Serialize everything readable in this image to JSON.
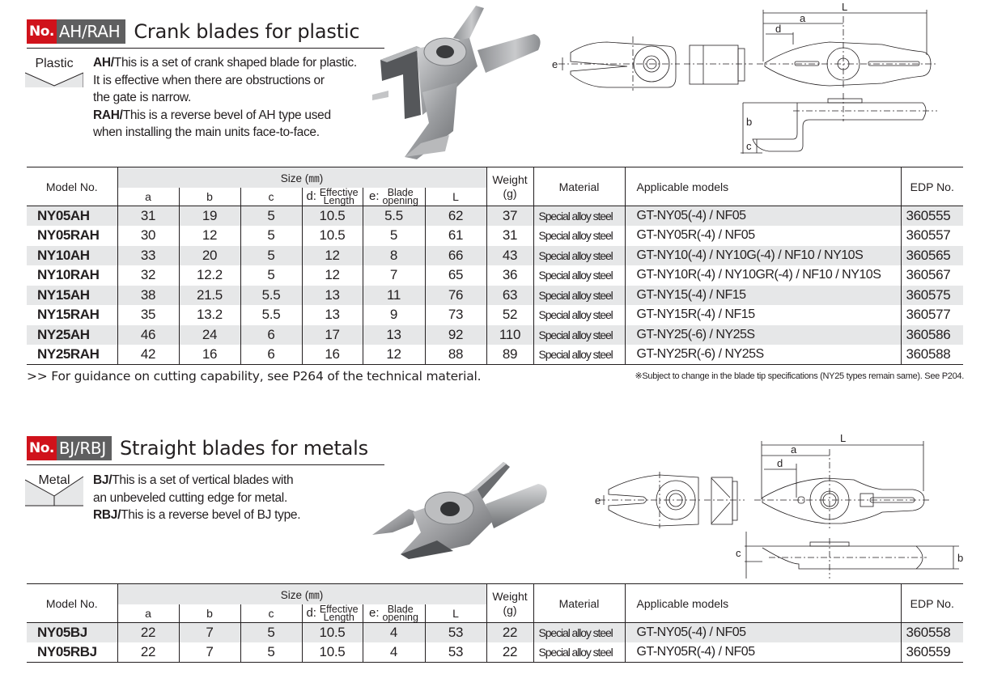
{
  "sections": [
    {
      "badge_no": "No.",
      "badge_code": "AH/RAH",
      "title": "Crank blades for plastic",
      "material_icon_label": "Plastic",
      "description": [
        {
          "bold": "AH/",
          "text": "This is a set of crank shaped blade for plastic."
        },
        {
          "bold": "",
          "text": "It is effective when there are obstructions or"
        },
        {
          "bold": "",
          "text": "the gate is narrow."
        },
        {
          "bold": "RAH/",
          "text": "This is a reverse bevel of AH type used"
        },
        {
          "bold": "",
          "text": "when installing the main units face-to-face."
        }
      ],
      "drawing_labels": {
        "L": "L",
        "a": "a",
        "d": "d",
        "e": "e",
        "b": "b",
        "c": "c"
      },
      "table": {
        "headers": {
          "model": "Model No.",
          "size": "Size (㎜)",
          "a": "a",
          "b": "b",
          "c": "c",
          "d_prefix": "d:",
          "d_line1": "Effective",
          "d_line2": "Length",
          "e_prefix": "e:",
          "e_line1": "Blade",
          "e_line2": "opening",
          "L": "L",
          "weight_line1": "Weight",
          "weight_line2": "(g)",
          "material": "Material",
          "models": "Applicable models",
          "edp": "EDP No."
        },
        "rows": [
          {
            "model": "NY05AH",
            "a": "31",
            "b": "19",
            "c": "5",
            "d": "10.5",
            "e": "5.5",
            "L": "62",
            "weight": "37",
            "material": "Special alloy steel",
            "models": "GT-NY05(-4) / NF05",
            "edp": "360555"
          },
          {
            "model": "NY05RAH",
            "a": "30",
            "b": "12",
            "c": "5",
            "d": "10.5",
            "e": "5",
            "L": "61",
            "weight": "31",
            "material": "Special alloy steel",
            "models": "GT-NY05R(-4) / NF05",
            "edp": "360557"
          },
          {
            "model": "NY10AH",
            "a": "33",
            "b": "20",
            "c": "5",
            "d": "12",
            "e": "8",
            "L": "66",
            "weight": "43",
            "material": "Special alloy steel",
            "models": "GT-NY10(-4) / NY10G(-4) / NF10 / NY10S",
            "edp": "360565"
          },
          {
            "model": "NY10RAH",
            "a": "32",
            "b": "12.2",
            "c": "5",
            "d": "12",
            "e": "7",
            "L": "65",
            "weight": "36",
            "material": "Special alloy steel",
            "models": "GT-NY10R(-4) / NY10GR(-4) / NF10 / NY10S",
            "edp": "360567"
          },
          {
            "model": "NY15AH",
            "a": "38",
            "b": "21.5",
            "c": "5.5",
            "d": "13",
            "e": "11",
            "L": "76",
            "weight": "63",
            "material": "Special alloy steel",
            "models": "GT-NY15(-4) / NF15",
            "edp": "360575"
          },
          {
            "model": "NY15RAH",
            "a": "35",
            "b": "13.2",
            "c": "5.5",
            "d": "13",
            "e": "9",
            "L": "73",
            "weight": "52",
            "material": "Special alloy steel",
            "models": "GT-NY15R(-4) / NF15",
            "edp": "360577"
          },
          {
            "model": "NY25AH",
            "a": "46",
            "b": "24",
            "c": "6",
            "d": "17",
            "e": "13",
            "L": "92",
            "weight": "110",
            "material": "Special alloy steel",
            "models": "GT-NY25(-6) / NY25S",
            "edp": "360586"
          },
          {
            "model": "NY25RAH",
            "a": "42",
            "b": "16",
            "c": "6",
            "d": "16",
            "e": "12",
            "L": "88",
            "weight": "89",
            "material": "Special alloy steel",
            "models": "GT-NY25R(-6) / NY25S",
            "edp": "360588"
          }
        ]
      },
      "note_left": ">> For guidance on cutting capability, see P264 of the technical material.",
      "note_right": "※Subject to change in the blade tip specifications (NY25 types remain same). See P204."
    },
    {
      "badge_no": "No.",
      "badge_code": "BJ/RBJ",
      "title": "Straight blades for metals",
      "material_icon_label": "Metal",
      "description": [
        {
          "bold": "BJ/",
          "text": "This is a set of vertical blades with"
        },
        {
          "bold": "",
          "text": "an unbeveled cutting edge for metal."
        },
        {
          "bold": "RBJ/",
          "text": "This is a reverse bevel of BJ type."
        }
      ],
      "drawing_labels": {
        "L": "L",
        "a": "a",
        "d": "d",
        "e": "e",
        "b": "b",
        "c": "c"
      },
      "table": {
        "headers": {
          "model": "Model No.",
          "size": "Size (㎜)",
          "a": "a",
          "b": "b",
          "c": "c",
          "d_prefix": "d:",
          "d_line1": "Effective",
          "d_line2": "Length",
          "e_prefix": "e:",
          "e_line1": "Blade",
          "e_line2": "opening",
          "L": "L",
          "weight_line1": "Weight",
          "weight_line2": "(g)",
          "material": "Material",
          "models": "Applicable models",
          "edp": "EDP No."
        },
        "rows": [
          {
            "model": "NY05BJ",
            "a": "22",
            "b": "7",
            "c": "5",
            "d": "10.5",
            "e": "4",
            "L": "53",
            "weight": "22",
            "material": "Special alloy steel",
            "models": "GT-NY05(-4) / NF05",
            "edp": "360558"
          },
          {
            "model": "NY05RBJ",
            "a": "22",
            "b": "7",
            "c": "5",
            "d": "10.5",
            "e": "4",
            "L": "53",
            "weight": "22",
            "material": "Special alloy steel",
            "models": "GT-NY05R(-4) / NF05",
            "edp": "360559"
          }
        ]
      }
    }
  ],
  "colors": {
    "badge_red": "#d0121b",
    "badge_gray": "#5f5f60",
    "row_shade": "#e6e7e8",
    "text": "#231f20"
  }
}
